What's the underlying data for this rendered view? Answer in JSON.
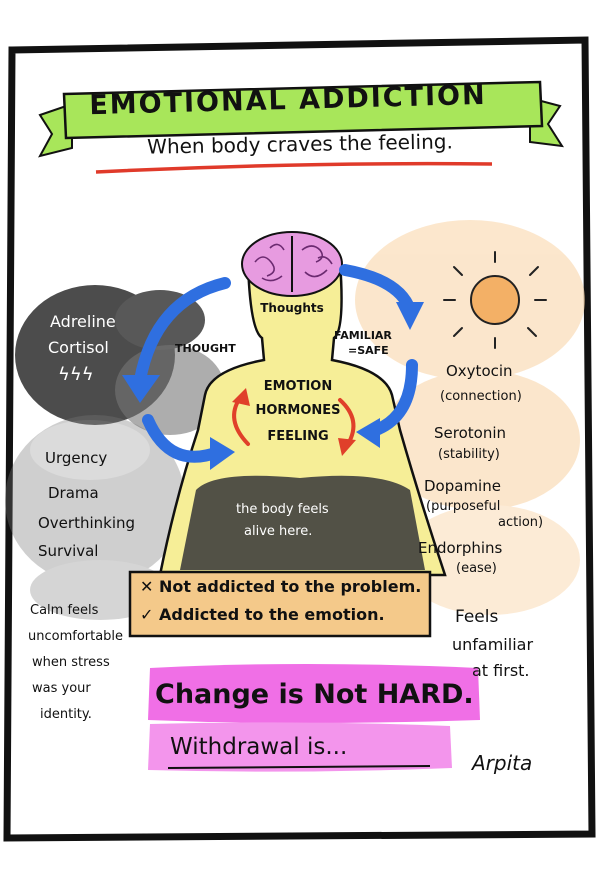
{
  "title": "EMOTIONAL ADDICTION",
  "subtitle": "When body craves the feeling.",
  "head": {
    "label": "Thoughts"
  },
  "arrows": {
    "left_label": "THOUGHT",
    "right_label_1": "FAMILIAR",
    "right_label_2": "=SAFE"
  },
  "torso": {
    "line1": "EMOTION",
    "line2": "HORMONES",
    "line3": "FEELING",
    "dark_line1": "the body feels",
    "dark_line2": "alive here."
  },
  "stress_cloud": {
    "line1": "Adreline",
    "line2": "Cortisol",
    "symbol": "ϟϟϟ"
  },
  "sun_side": {
    "items": [
      {
        "name": "Oxytocin",
        "note": "(connection)"
      },
      {
        "name": "Serotonin",
        "note": "(stability)"
      },
      {
        "name": "Dopamine",
        "note_line1": "(purposeful",
        "note_line2": "action)"
      },
      {
        "name": "Endorphins",
        "note": "(ease)"
      }
    ]
  },
  "stress_side": {
    "items": [
      "Urgency",
      "Drama",
      "Overthinking",
      "Survival"
    ]
  },
  "box": {
    "line1": "✕ Not addicted to the problem.",
    "line2": "✓ Addicted to the emotion."
  },
  "left_note": [
    "Calm feels",
    "uncomfortable",
    "when stress",
    "was your",
    "identity."
  ],
  "right_note": [
    "Feels",
    "unfamiliar",
    "at first."
  ],
  "bottom": {
    "line1": "Change is Not HARD.",
    "line2": "Withdrawal is..."
  },
  "signature": "Arpita",
  "colors": {
    "banner": "#a8e65a",
    "underline": "#e03a2a",
    "head_skin": "#f6ee97",
    "brain": "#e79be0",
    "arrow_blue": "#2f6fe0",
    "arrow_red": "#e0402a",
    "sun": "#f3b066",
    "glow": "#f9d3a4",
    "box": "#f4c98a",
    "highlight": "#f06fe6"
  }
}
